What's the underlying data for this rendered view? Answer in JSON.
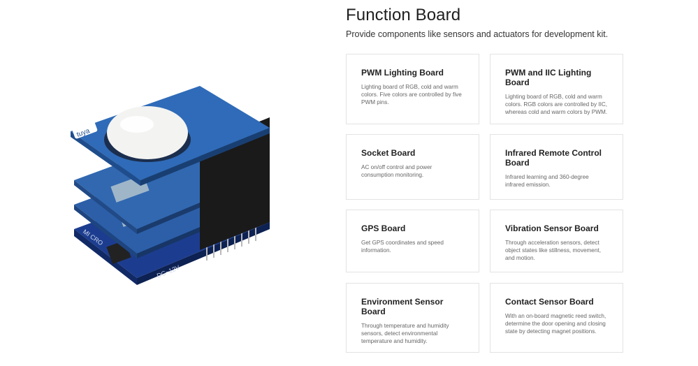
{
  "header": {
    "title": "Function Board",
    "subtitle": "Provide components like sensors and actuators for development kit."
  },
  "hero": {
    "brand_label": "tuya",
    "micro_label": "MI CRO",
    "power_label": "DC~12V"
  },
  "cards": [
    {
      "title": "PWM Lighting Board",
      "desc": "Lighting board of RGB, cold and warm colors. Five colors are controlled by five PWM pins."
    },
    {
      "title": "PWM and IIC Lighting Board",
      "desc": "Lighting board of RGB, cold and warm colors. RGB colors are controlled by IIC, whereas cold and warm colors by PWM."
    },
    {
      "title": "Socket Board",
      "desc": "AC on/off control and power consumption monitoring."
    },
    {
      "title": "Infrared Remote Control Board",
      "desc": "Infrared learning and 360-degree infrared emission."
    },
    {
      "title": "GPS Board",
      "desc": "Get GPS coordinates and speed information."
    },
    {
      "title": "Vibration Sensor Board",
      "desc": "Through acceleration sensors, detect object states like stillness, movement, and motion."
    },
    {
      "title": "Environment Sensor Board",
      "desc": "Through temperature and humidity sensors, detect environmental temperature and humidity."
    },
    {
      "title": "Contact Sensor Board",
      "desc": "With an on-board magnetic reed switch, determine the door opening and closing state by detecting magnet positions."
    }
  ]
}
